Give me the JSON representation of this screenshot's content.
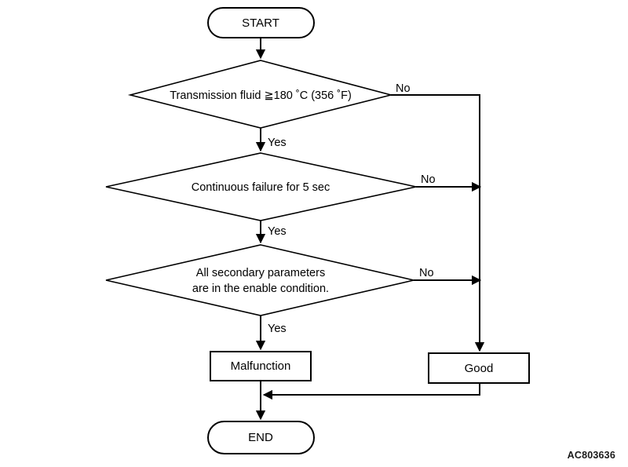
{
  "diagram": {
    "type": "flowchart",
    "title": "",
    "figure_code": "AC803636",
    "colors": {
      "stroke": "#000000",
      "fill": "#ffffff",
      "text": "#000000",
      "code_text": "#1a1a1a"
    },
    "nodes": [
      {
        "id": "start",
        "shape": "terminator",
        "label": "START"
      },
      {
        "id": "decision_temp",
        "shape": "decision",
        "label": "Transmission fluid ≧180 ˚C (356 ˚F)",
        "lines": [
          "Transmission fluid ≧180 ˚C (356 ˚F)"
        ]
      },
      {
        "id": "decision_failure",
        "shape": "decision",
        "label": "Continuous failure for 5 sec",
        "lines": [
          "Continuous failure for 5 sec"
        ]
      },
      {
        "id": "decision_params",
        "shape": "decision",
        "label": "All secondary parameters are in the enable condition.",
        "lines": [
          "All secondary parameters",
          "are in the enable condition."
        ]
      },
      {
        "id": "malfunction",
        "shape": "process",
        "label": "Malfunction"
      },
      {
        "id": "good",
        "shape": "process",
        "label": "Good"
      },
      {
        "id": "end",
        "shape": "terminator",
        "label": "END"
      }
    ],
    "edges": [
      {
        "id": "e_start_temp",
        "from": "start",
        "to": "decision_temp",
        "label": ""
      },
      {
        "id": "e_temp_yes",
        "from": "decision_temp",
        "to": "decision_failure",
        "label": "Yes"
      },
      {
        "id": "e_temp_no",
        "from": "decision_temp",
        "to": "good",
        "label": "No"
      },
      {
        "id": "e_failure_yes",
        "from": "decision_failure",
        "to": "decision_params",
        "label": "Yes"
      },
      {
        "id": "e_failure_no",
        "from": "decision_failure",
        "to": "good",
        "label": "No"
      },
      {
        "id": "e_params_yes",
        "from": "decision_params",
        "to": "malfunction",
        "label": "Yes"
      },
      {
        "id": "e_params_no",
        "from": "decision_params",
        "to": "good",
        "label": "No"
      },
      {
        "id": "e_malfunction_end",
        "from": "malfunction",
        "to": "end",
        "label": ""
      },
      {
        "id": "e_good_end",
        "from": "good",
        "to": "end",
        "label": ""
      }
    ]
  }
}
